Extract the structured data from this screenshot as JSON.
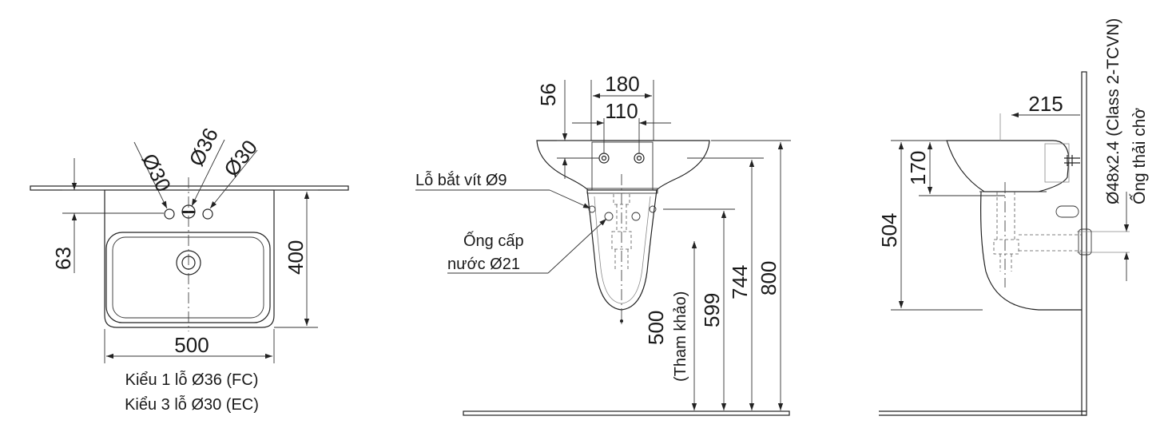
{
  "top_view": {
    "dims": {
      "d30_left": "Ø30",
      "d36": "Ø36",
      "d30_right": "Ø30",
      "h63": "63",
      "h400": "400",
      "w500": "500"
    },
    "caption": [
      "Kiểu 1 lỗ Ø36 (FC)",
      "Kiểu 3 lỗ Ø30 (EC)"
    ]
  },
  "front_view": {
    "dims": {
      "w180": "180",
      "w110": "110",
      "h56": "56",
      "h500": "500",
      "h500_note": "(Tham khảo)",
      "h599": "599",
      "h744": "744",
      "h800": "800"
    },
    "labels": {
      "screw_hole": "Lỗ bắt vít Ø9",
      "water_pipe": [
        "Ống cấp",
        "nước Ø21"
      ]
    }
  },
  "side_view": {
    "dims": {
      "w215": "215",
      "h170": "170",
      "h504": "504"
    },
    "labels": {
      "drain_spec": "Ø48x2.4 (Class 2-TCVN)",
      "drain_pipe": "Ống thải chờ"
    }
  },
  "colors": {
    "line": "#222222",
    "text": "#1a1a1a"
  }
}
